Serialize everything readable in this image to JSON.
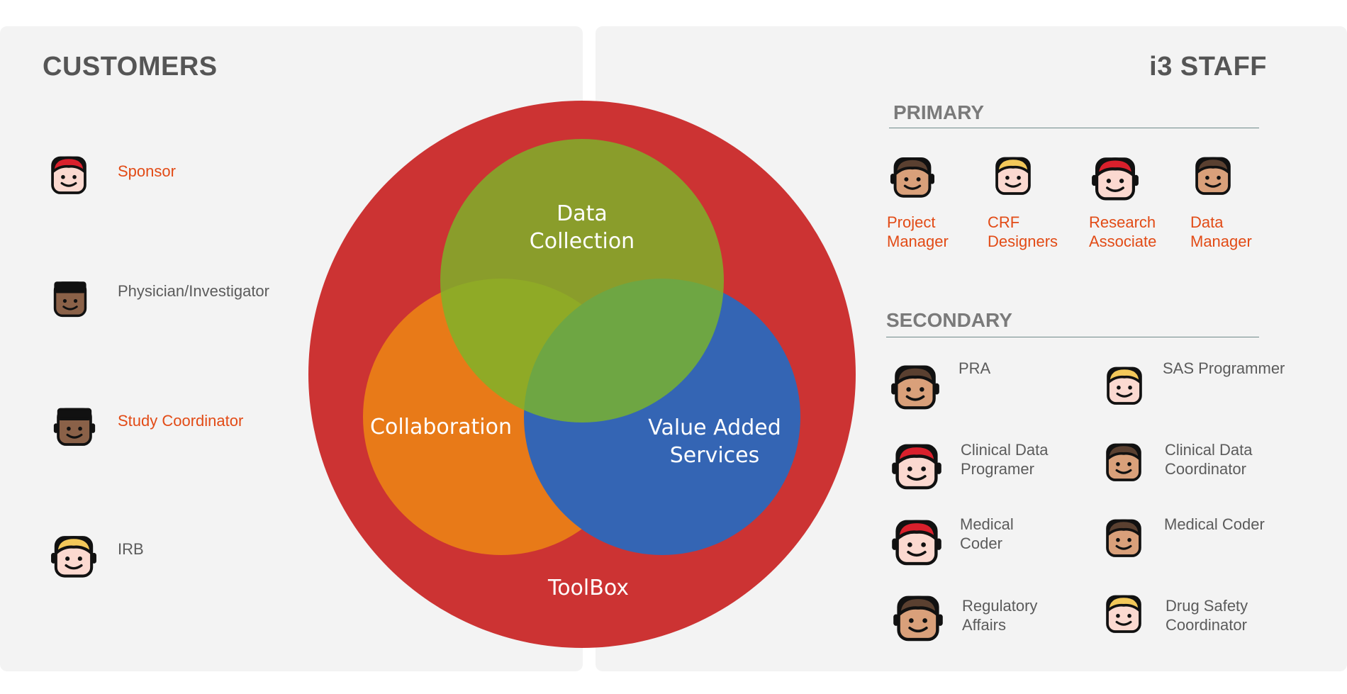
{
  "colors": {
    "accent_text": "#e24b16",
    "muted_text": "#5b5b5b",
    "heading_text": "#555555",
    "panel_bg": "#f3f3f3",
    "toolbox_red": "#cc3333",
    "collection_green": "#7aaa2e",
    "collaboration_orange": "#e87a18",
    "value_blue": "#3465b4",
    "skin_light": "#fbd9d0",
    "skin_tan": "#d9a07a",
    "skin_dark": "#8a6148",
    "hair_red": "#d9202c",
    "hair_blond": "#f3c85a",
    "hair_brown": "#5a4030",
    "hair_black": "#111111"
  },
  "customers": {
    "title": "CUSTOMERS",
    "items": [
      {
        "label": "Sponsor",
        "icon": "person-red-hair-icon"
      },
      {
        "label": "Physician/Investigator",
        "icon": "person-dark-skin-icon"
      },
      {
        "label": "Study Coordinator",
        "icon": "person-dark-skin-headset-icon"
      },
      {
        "label": "IRB",
        "icon": "person-blond-hair-icon"
      }
    ]
  },
  "staff": {
    "title": "i3 STAFF",
    "primary": {
      "title": "PRIMARY",
      "items": [
        {
          "line1": "Project",
          "line2": "Manager",
          "icon": "person-brown-hair-icon"
        },
        {
          "line1": "CRF",
          "line2": "Designers",
          "icon": "person-blond-hair-icon"
        },
        {
          "line1": "Research",
          "line2": "Associate",
          "icon": "person-red-hair-icon"
        },
        {
          "line1": "Data",
          "line2": "Manager",
          "icon": "person-tan-skin-icon"
        }
      ]
    },
    "secondary": {
      "title": "SECONDARY",
      "items": [
        {
          "line1": "PRA",
          "line2": "",
          "icon": "person-brown-hair-icon"
        },
        {
          "line1": "SAS Programmer",
          "line2": "",
          "icon": "person-blond-hair-icon"
        },
        {
          "line1": "Clinical Data",
          "line2": "Programer",
          "icon": "person-red-hair-icon"
        },
        {
          "line1": "Clinical Data",
          "line2": "Coordinator",
          "icon": "person-tan-skin-icon"
        },
        {
          "line1": "Medical",
          "line2": "Coder",
          "icon": "person-red-hair-icon"
        },
        {
          "line1": "Medical Coder",
          "line2": "",
          "icon": "person-tan-skin-icon"
        },
        {
          "line1": "Regulatory",
          "line2": "Affairs",
          "icon": "person-brown-hair-icon"
        },
        {
          "line1": "Drug Safety",
          "line2": "Coordinator",
          "icon": "person-blond-hair-icon"
        }
      ]
    }
  },
  "venn": {
    "outer_label": "ToolBox",
    "top": {
      "line1": "Data",
      "line2": "Collection"
    },
    "left": {
      "line1": "Collaboration"
    },
    "right": {
      "line1": "Value Added",
      "line2": "Services"
    }
  }
}
